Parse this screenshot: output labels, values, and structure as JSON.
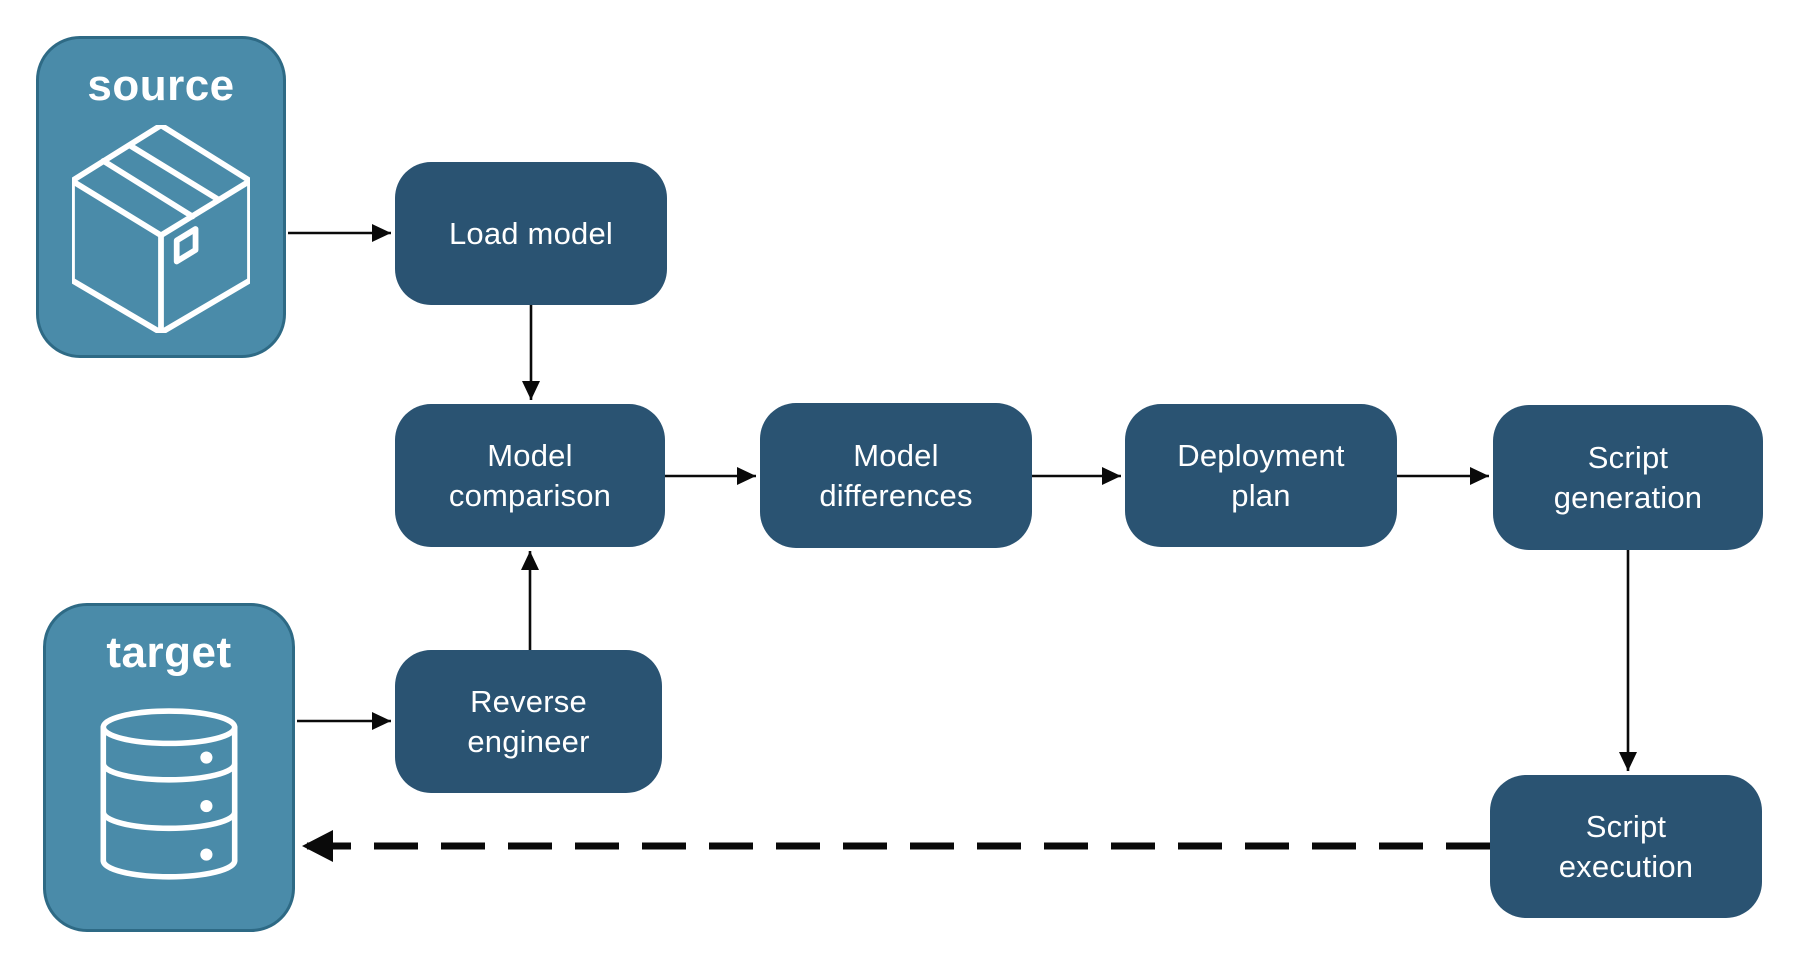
{
  "endpoints": {
    "source": {
      "label": "source",
      "icon": "package-icon"
    },
    "target": {
      "label": "target",
      "icon": "database-icon"
    }
  },
  "nodes": {
    "load_model": {
      "label": "Load model"
    },
    "model_comparison": {
      "label": "Model comparison"
    },
    "model_differences": {
      "label": "Model differences"
    },
    "deployment_plan": {
      "label": "Deployment plan"
    },
    "script_generation": {
      "label": "Script generation"
    },
    "script_execution": {
      "label": "Script execution"
    },
    "reverse_engineer": {
      "label": "Reverse engineer"
    }
  },
  "edges": [
    {
      "from": "source",
      "to": "load_model",
      "style": "solid"
    },
    {
      "from": "load_model",
      "to": "model_comparison",
      "style": "solid"
    },
    {
      "from": "model_comparison",
      "to": "model_differences",
      "style": "solid"
    },
    {
      "from": "model_differences",
      "to": "deployment_plan",
      "style": "solid"
    },
    {
      "from": "deployment_plan",
      "to": "script_generation",
      "style": "solid"
    },
    {
      "from": "script_generation",
      "to": "script_execution",
      "style": "solid"
    },
    {
      "from": "target",
      "to": "reverse_engineer",
      "style": "solid"
    },
    {
      "from": "reverse_engineer",
      "to": "model_comparison",
      "style": "solid"
    },
    {
      "from": "script_execution",
      "to": "target",
      "style": "dashed"
    }
  ],
  "colors": {
    "node_fill": "#2A5372",
    "endpoint_fill": "#4A8BA9",
    "endpoint_border": "#2E6A85",
    "arrow": "#0A0A0A",
    "text": "#FFFFFF",
    "background": "#FFFFFF"
  }
}
